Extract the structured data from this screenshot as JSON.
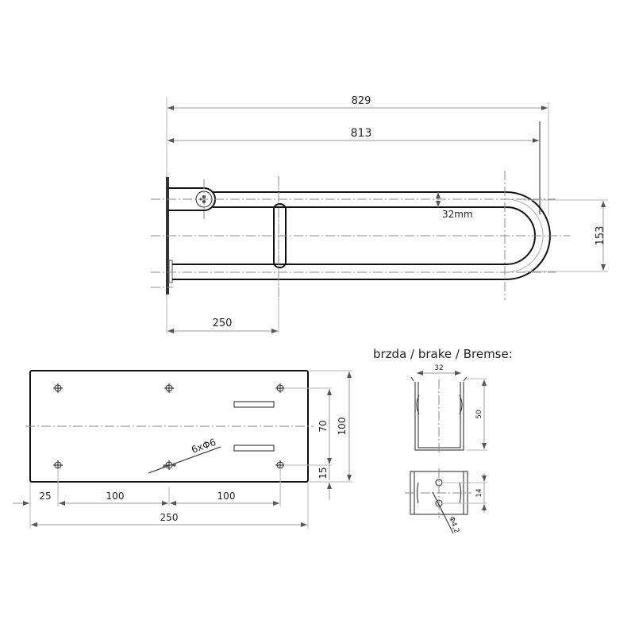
{
  "drawing": {
    "side_view": {
      "overall_length": "829",
      "length_to_bend": "813",
      "tube_diameter": "32mm",
      "height": "153",
      "plate_to_hinge": "250"
    },
    "plate_view": {
      "hole_spec": "6xΦ6",
      "edge_offset_x": "25",
      "hole_spacing_1": "100",
      "hole_spacing_2": "100",
      "plate_width": "250",
      "hole_vertical_spacing": "70",
      "plate_height": "100",
      "edge_offset_y": "15"
    },
    "brake_view": {
      "title": "brzda / brake / Bremse:",
      "width": "32",
      "height": "50",
      "hole_spacing": "14",
      "hole_spec": "Φ4,2"
    }
  }
}
